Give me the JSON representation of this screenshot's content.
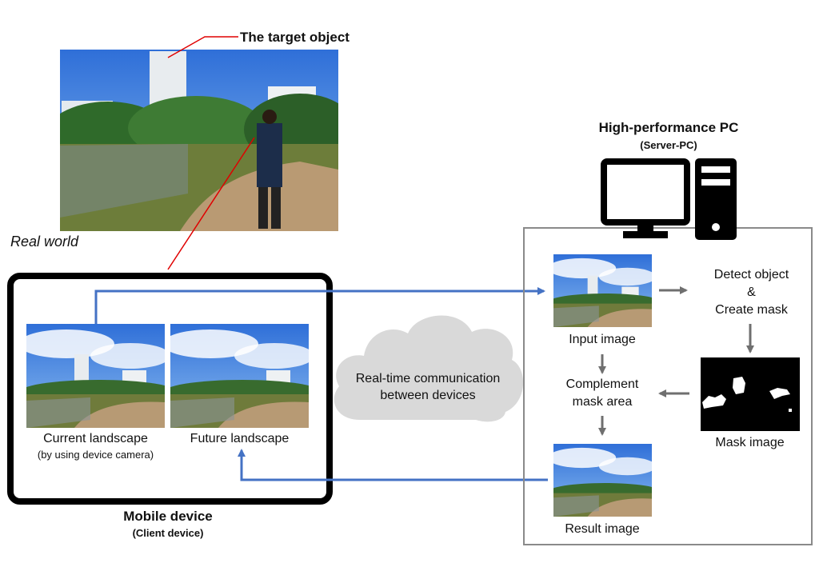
{
  "labels": {
    "target_object": "The target object",
    "real_world": "Real world",
    "pc_title": "High-performance PC",
    "pc_subtitle": "(Server-PC)",
    "mobile_title": "Mobile device",
    "mobile_subtitle": "(Client device)",
    "current_landscape": "Current landscape",
    "current_landscape_note": "(by using device camera)",
    "future_landscape": "Future landscape",
    "communication_line1": "Real-time communication",
    "communication_line2": "between devices",
    "input_image": "Input image",
    "detect_line1": "Detect object",
    "detect_line2": "&",
    "detect_line3": "Create mask",
    "complement_line1": "Complement",
    "complement_line2": "mask area",
    "mask_image": "Mask image",
    "result_image": "Result image"
  },
  "colors": {
    "connector_blue": "#4472c4",
    "pointer_red": "#e00000",
    "arrow_gray": "#6f6f6f",
    "cloud_gray": "#d9d9d9",
    "device_frame": "#000000"
  },
  "icons": [
    "monitor-icon",
    "tower-icon",
    "cloud-icon"
  ]
}
